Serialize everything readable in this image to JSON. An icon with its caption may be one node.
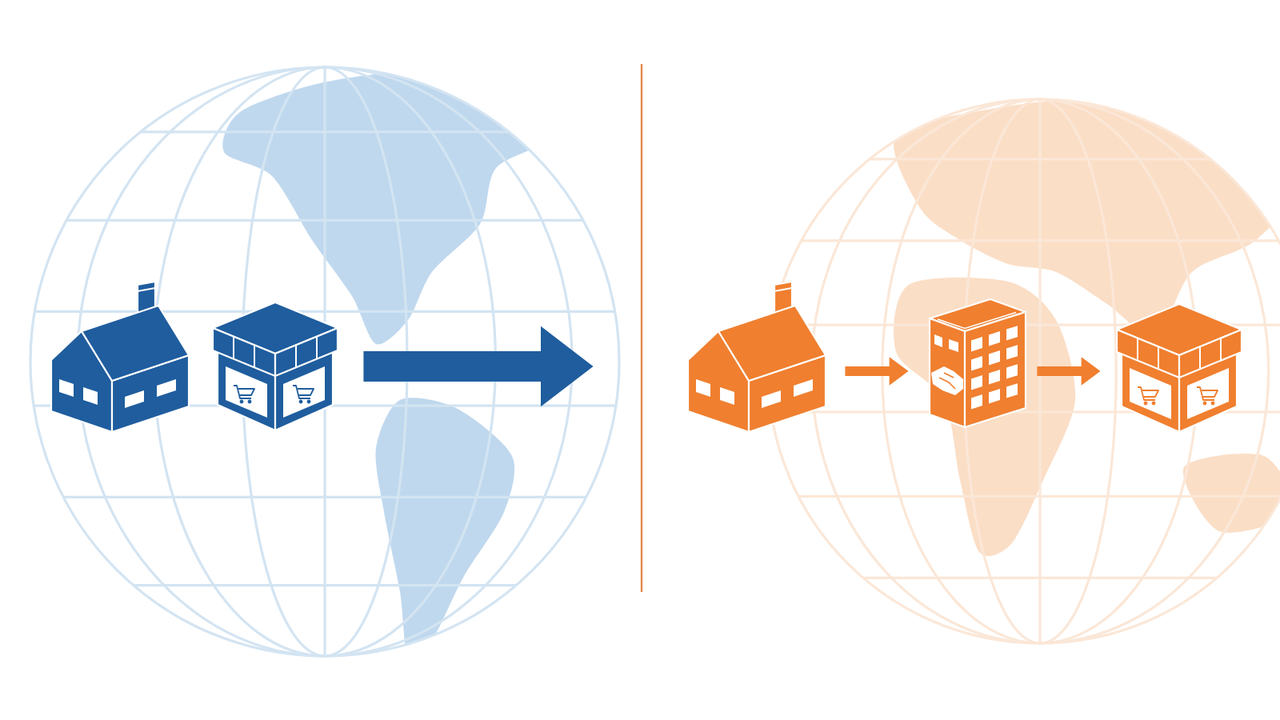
{
  "diagram": {
    "nodes": [
      {
        "text": [],
        "shape": "picture"
      },
      {
        "text": [],
        "shape": "picture"
      },
      {
        "text": [],
        "shape": "picture"
      },
      {
        "text": [],
        "shape": "picture"
      },
      {
        "text": [],
        "shape": "picture"
      }
    ],
    "edges": [
      {
        "from": 1,
        "to": null,
        "arrow": "to",
        "style": "thick",
        "color": "#1f5d9e"
      },
      {
        "from": 2,
        "to": 3,
        "arrow": "to"
      },
      {
        "from": 3,
        "to": 4,
        "arrow": "to"
      }
    ]
  }
}
